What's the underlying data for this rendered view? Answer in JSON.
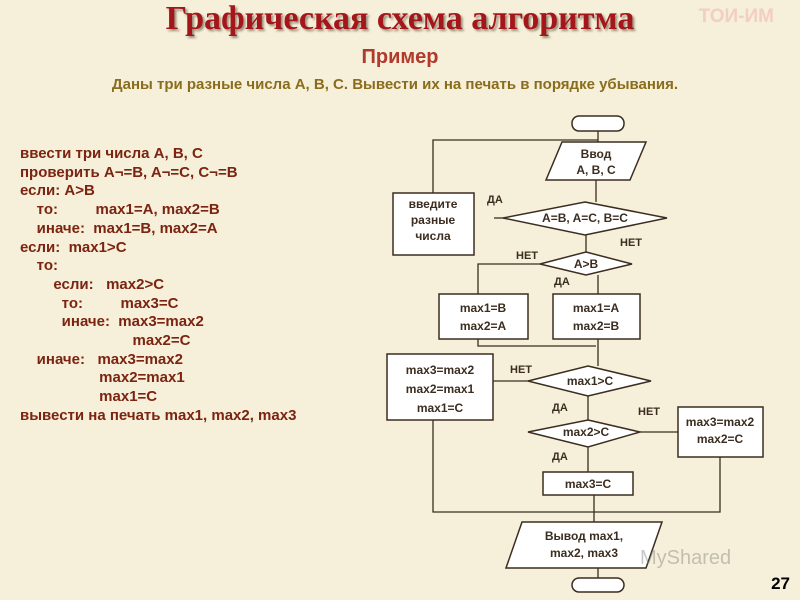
{
  "slide": {
    "title": "Графическая схема алгоритма",
    "brand": "ТОИ-ИМ",
    "subtitle": "Пример",
    "task": "Даны три разные числа А, В, С. Вывести их на печать в порядке убывания.",
    "page_number": "27",
    "watermark": "MyShared"
  },
  "pseudocode": [
    "ввести три числа A, B, C",
    "проверить A¬=B, A¬=C, C¬=B",
    "если: A>B",
    "    то:         max1=A, max2=B",
    "    иначе:  max1=B, max2=A",
    "если:  max1>C",
    "    то:",
    "        если:   max2>C",
    "          то:         max3=C",
    "          иначе:  max3=max2",
    "                           max2=C",
    "    иначе:   max3=max2",
    "                   max2=max1",
    "                   max1=C",
    "вывести на печать max1, max2, max3"
  ],
  "flowchart": {
    "input_line1": "Ввод",
    "input_line2": "A, B, C",
    "check_cond": "A=B, A=C, B=C",
    "error_line1": "введите",
    "error_line2": "разные",
    "error_line3": "числа",
    "cond_ab": "A>B",
    "proc_b_line1": "max1=B",
    "proc_b_line2": "max2=A",
    "proc_a_line1": "max1=A",
    "proc_a_line2": "max2=B",
    "cond_max1c": "max1>C",
    "left_proc_line1": "max3=max2",
    "left_proc_line2": "max2=max1",
    "left_proc_line3": "max1=C",
    "cond_max2c": "max2>C",
    "right_proc_line1": "max3=max2",
    "right_proc_line2": "max2=C",
    "max3c": "max3=C",
    "output_line1": "Вывод    max1,",
    "output_line2": "max2, max3",
    "yes": "ДА",
    "no": "НЕТ"
  },
  "colors": {
    "title": "#a4161a",
    "task": "#8a6d1c",
    "pseudocode": "#7a2411",
    "background": "#f6efd9",
    "flow_fill": "#ffffff",
    "flow_stroke": "#3b2d20"
  }
}
